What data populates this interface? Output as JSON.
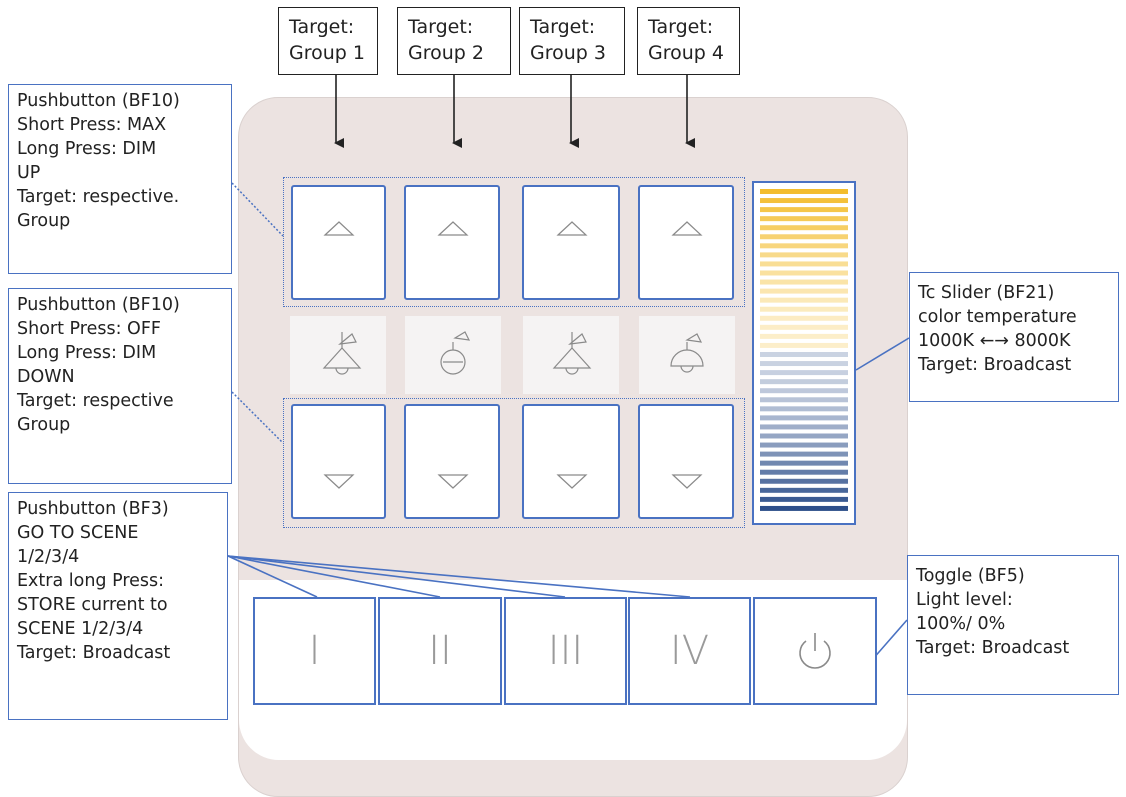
{
  "targets": [
    {
      "line1": "Target:",
      "line2": "Group 1"
    },
    {
      "line1": "Target:",
      "line2": "Group 2"
    },
    {
      "line1": "Target:",
      "line2": "Group 3"
    },
    {
      "line1": "Target:",
      "line2": "Group 4"
    }
  ],
  "callouts": {
    "up_buttons": [
      "Pushbutton (BF10)",
      "Short Press: MAX",
      "Long Press: DIM",
      "UP",
      "Target: respective.",
      "Group"
    ],
    "down_buttons": [
      "Pushbutton (BF10)",
      "Short Press: OFF",
      "Long Press: DIM",
      "DOWN",
      "Target: respective",
      "Group"
    ],
    "scene_buttons": [
      "Pushbutton (BF3)",
      "GO TO SCENE",
      "1/2/3/4",
      "Extra long Press:",
      "STORE current to",
      "SCENE 1/2/3/4",
      "Target: Broadcast"
    ],
    "slider": [
      "Tc Slider (BF21)",
      "color temperature",
      "1000K ←→ 8000K",
      "Target: Broadcast"
    ],
    "toggle": [
      "Toggle (BF5)",
      "Light level:",
      "100%/ 0%",
      "Target: Broadcast"
    ]
  },
  "scene_buttons": [
    "I",
    "II",
    "III",
    "IV"
  ],
  "icons": {
    "up": "triangle-up-icon",
    "down": "triangle-down-icon",
    "lamps": [
      "pendant-lamp-icon",
      "globe-lamp-icon",
      "pendant-lamp-icon",
      "dome-lamp-icon"
    ],
    "power": "power-icon"
  },
  "colors": {
    "accent_border": "#4a72c2",
    "panel": "#ece3e1",
    "slider_warm": "#f3bd2d",
    "slider_cool": "#2d4f8a"
  }
}
